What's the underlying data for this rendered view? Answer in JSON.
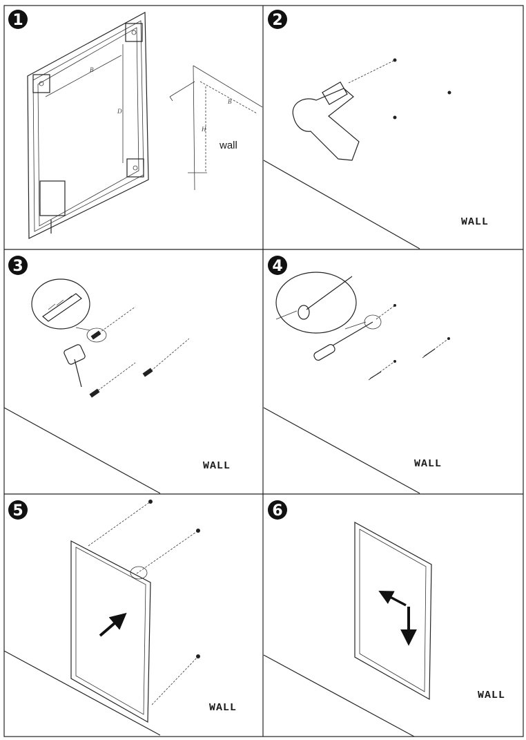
{
  "steps": [
    {
      "number": "1",
      "wall_label": "wall",
      "dimension_letters": [
        "B",
        "D",
        "B",
        "H"
      ]
    },
    {
      "number": "2",
      "wall_label": "WALL"
    },
    {
      "number": "3",
      "wall_label": "WALL"
    },
    {
      "number": "4",
      "wall_label": "WALL"
    },
    {
      "number": "5",
      "wall_label": "WALL"
    },
    {
      "number": "6",
      "wall_label": "WALL"
    }
  ]
}
